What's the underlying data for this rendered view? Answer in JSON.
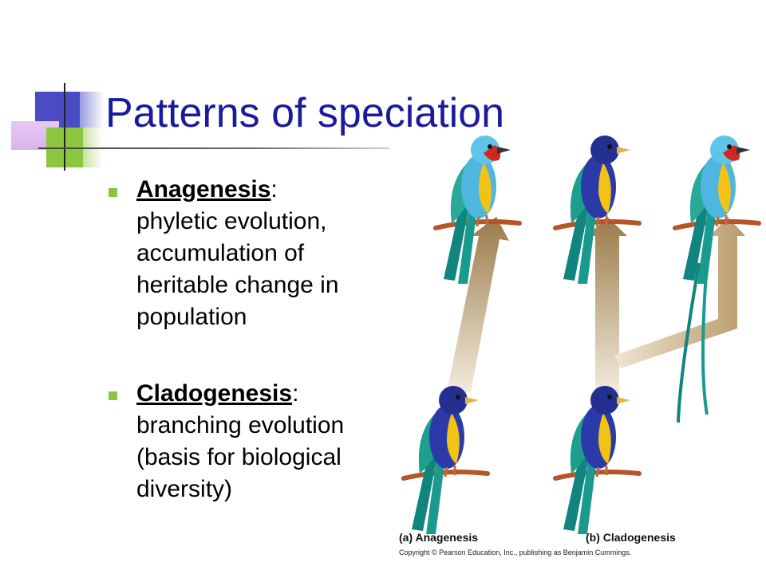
{
  "slide": {
    "title": "Patterns of speciation",
    "bullets": [
      {
        "term": "Anagenesis",
        "sep": ":",
        "text": "phyletic evolution, accumulation of heritable change in population"
      },
      {
        "term": "Cladogenesis",
        "sep": ":",
        "text": "branching evolution (basis for biological diversity)"
      }
    ]
  },
  "figure": {
    "caption_a": "(a) Anagenesis",
    "caption_b": "(b) Cladogenesis",
    "copyright": "Copyright © Pearson Education, Inc., publishing as Benjamin Cummings."
  },
  "colors": {
    "title": "#1a1a9c",
    "bullet": "#8cc63f",
    "deco_blue": "#4b4bc3",
    "deco_green": "#8cc63f",
    "deco_pink": "#e6c9f2",
    "arrow": "#b59669"
  },
  "icons": [
    "bird-ancestral-icon",
    "bird-redheaded-icon",
    "arrow-up-icon",
    "arrow-branch-icon"
  ]
}
